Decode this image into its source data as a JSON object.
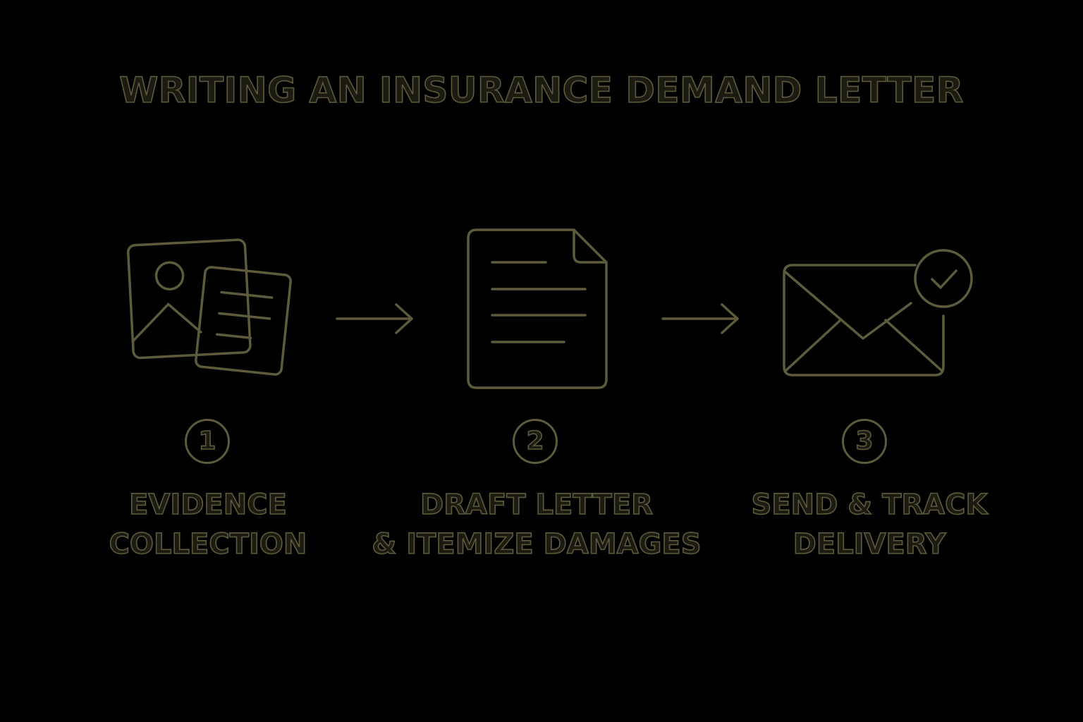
{
  "title": "WRITING AN INSURANCE DEMAND LETTER",
  "colors": {
    "background": "#000000",
    "outline": "#5e5a3c"
  },
  "steps": [
    {
      "number": "1",
      "label_line1": "EVIDENCE",
      "label_line2": "COLLECTION",
      "icon": "photo-document-icon"
    },
    {
      "number": "2",
      "label_line1": "DRAFT LETTER",
      "label_line2": "& ITEMIZE DAMAGES",
      "icon": "document-icon"
    },
    {
      "number": "3",
      "label_line1": "SEND & TRACK",
      "label_line2": "DELIVERY",
      "icon": "envelope-check-icon"
    }
  ]
}
